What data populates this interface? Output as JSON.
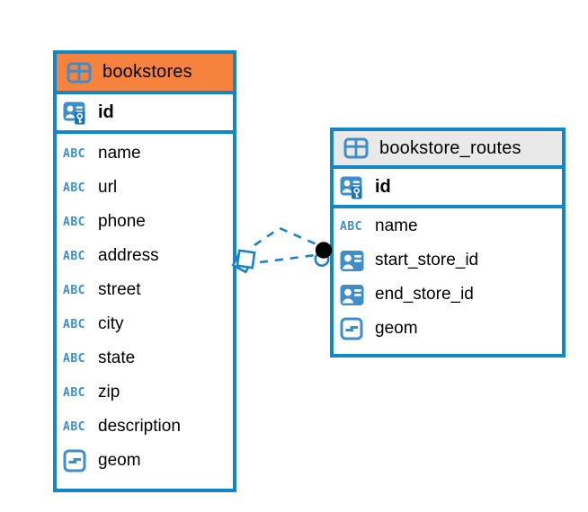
{
  "diagram": {
    "tables": [
      {
        "name": "bookstores",
        "primary_key": "id",
        "columns": [
          {
            "label": "name",
            "type": "text"
          },
          {
            "label": "url",
            "type": "text"
          },
          {
            "label": "phone",
            "type": "text"
          },
          {
            "label": "address",
            "type": "text"
          },
          {
            "label": "street",
            "type": "text"
          },
          {
            "label": "city",
            "type": "text"
          },
          {
            "label": "state",
            "type": "text"
          },
          {
            "label": "zip",
            "type": "text"
          },
          {
            "label": "description",
            "type": "text"
          },
          {
            "label": "geom",
            "type": "geometry"
          }
        ]
      },
      {
        "name": "bookstore_routes",
        "primary_key": "id",
        "columns": [
          {
            "label": "name",
            "type": "text"
          },
          {
            "label": "start_store_id",
            "type": "reference"
          },
          {
            "label": "end_store_id",
            "type": "reference"
          },
          {
            "label": "geom",
            "type": "geometry"
          }
        ]
      }
    ],
    "relationship": {
      "from_table": "bookstore_routes",
      "to_table": "bookstores",
      "style": "dashed",
      "end_markers": [
        "diamond",
        "dot"
      ]
    },
    "icons": {
      "text_type_glyph": "ABC"
    },
    "colors": {
      "table_border": "#1187C9",
      "icon_blue": "#3E8ECB",
      "key_badge_blue": "#1A73BF",
      "selected_header": "#F6823E",
      "header_gray": "#E9E9E9",
      "connector": "#1B84C4",
      "endpoint_dot": "#000000"
    }
  }
}
